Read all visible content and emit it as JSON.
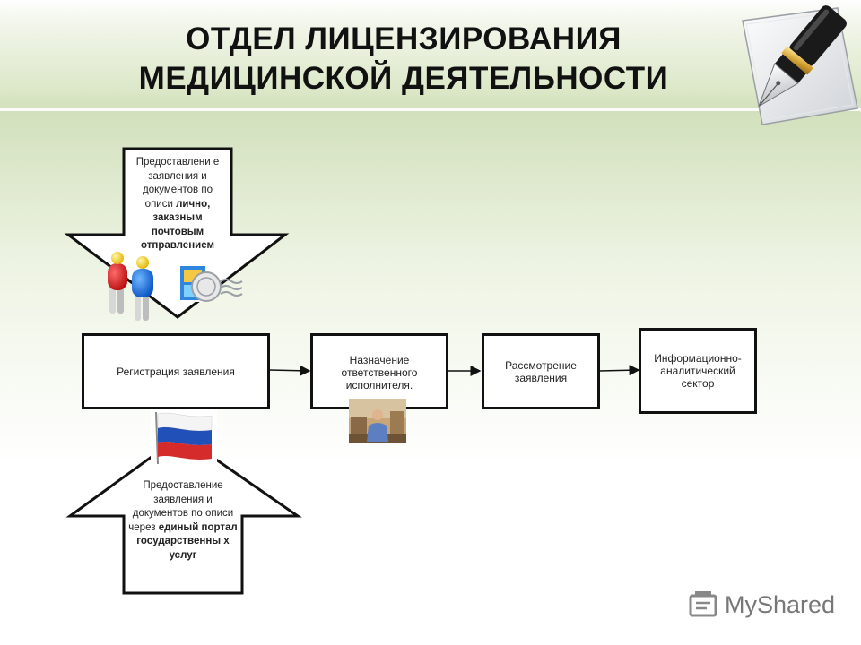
{
  "title": {
    "line1": "ОТДЕЛ ЛИЦЕНЗИРОВАНИЯ",
    "line2": "МЕДИЦИНСКОЙ ДЕЯТЕЛЬНОСТИ"
  },
  "top_arrow": {
    "text_normal": "Предоставлени е заявления и документов по описи",
    "text_bold": "лично, заказным почтовым отправлением"
  },
  "bottom_arrow": {
    "text_normal": "Предоставление заявления и документов по описи через",
    "text_bold": "единый портал государственны х услуг"
  },
  "flow": {
    "step1": "Регистрация заявления",
    "step2": "Назначение ответственного исполнителя.",
    "step3": "Рассмотрение заявления",
    "step4": "Информационно-аналитический сектор"
  },
  "watermark": "MyShared",
  "icons": [
    "pen-icon",
    "people-icon",
    "mail-icon",
    "flag-icon",
    "person-photo",
    "myshared-logo-icon"
  ]
}
